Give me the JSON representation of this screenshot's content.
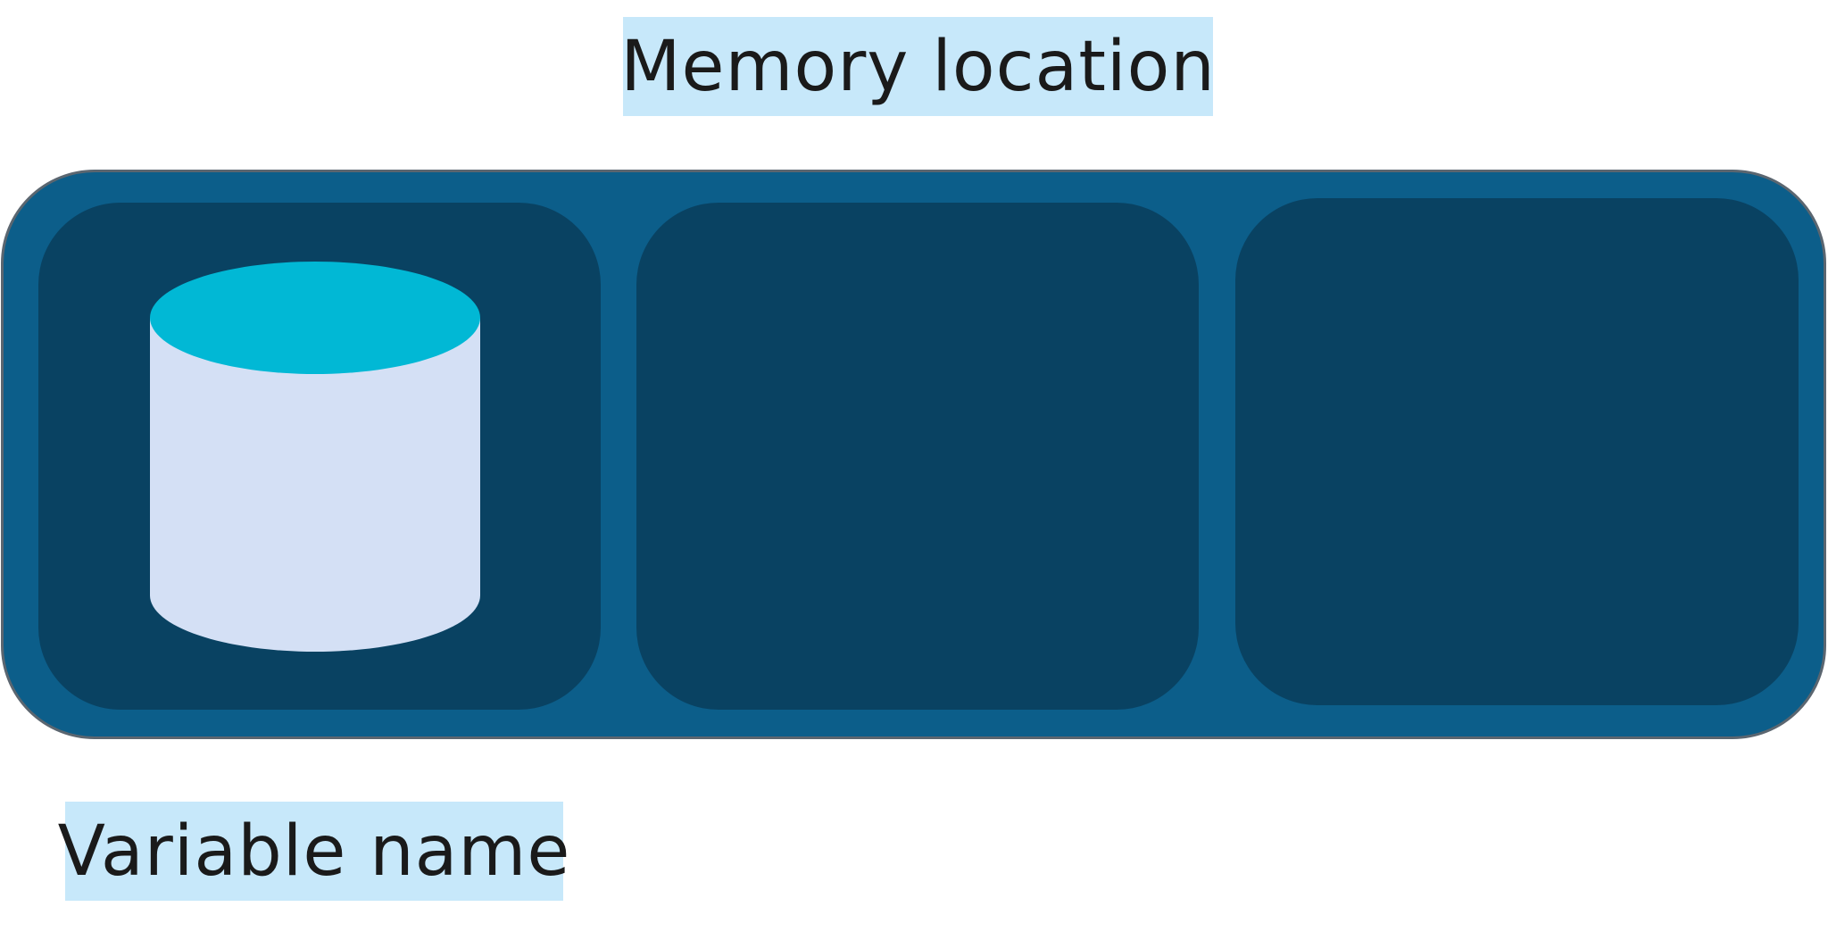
{
  "diagram": {
    "top_label": "Memory location",
    "bottom_label": "Variable name",
    "slot_count": 3,
    "colors": {
      "label_background": "#c7e8fa",
      "memory_bar": "#0c5e8a",
      "slot": "#094262",
      "cylinder_body": "#d4e0f5",
      "cylinder_top": "#01b8d5",
      "text": "#1a1a1a"
    },
    "icons": [
      "database-cylinder-icon"
    ]
  }
}
